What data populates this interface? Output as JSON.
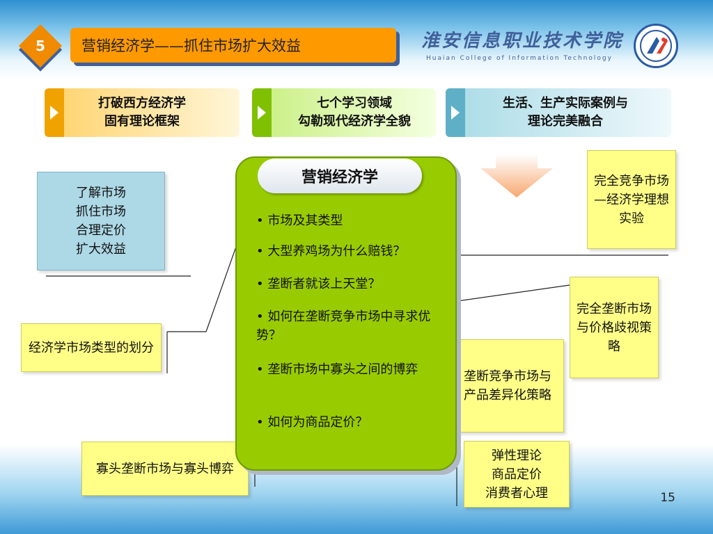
{
  "header": {
    "section_number": "5",
    "title": "营销经济学——抓住市场扩大效益",
    "school_name_cn": "淮安信息职业技术学院",
    "school_name_en": "Huaian College of Information Technology"
  },
  "tabs": [
    {
      "line1": "打破西方经济学",
      "line2": "固有理论框架"
    },
    {
      "line1": "七个学习领域",
      "line2": "勾勒现代经济学全貌"
    },
    {
      "line1": "生活、生产实际案例与",
      "line2": "理论完美融合"
    }
  ],
  "core": {
    "title": "营销经济学",
    "items": [
      "• 市场及其类型",
      "• 大型养鸡场为什么赔钱？",
      "• 垄断者就该上天堂？",
      "• 如何在垄断竞争市场中寻求优势？",
      "• 垄断市场中寡头之间的博弈",
      "• 如何为商品定价？"
    ]
  },
  "notes": {
    "market_goals": [
      "了解市场",
      "抓住市场",
      "合理定价",
      "扩大效益"
    ],
    "market_types": "经济学市场类型的划分",
    "oligopoly": "寡头垄断市场与寡头博弈",
    "perfect_competition": "完全竞争市场—经济学理想实验",
    "perfect_monopoly": "完全垄断市场与价格歧视策略",
    "monopolistic_competition": "垄断竞争市场与产品差异化策略",
    "elasticity": [
      "弹性理论",
      "商品定价",
      "消费者心理"
    ]
  },
  "page_number": "15",
  "colors": {
    "title_bar": "#ff9900",
    "core_green": "#99cc00",
    "note_yellow": "#ffff88",
    "note_blue": "#add8e6",
    "accent_blue": "#3f5f9a"
  }
}
